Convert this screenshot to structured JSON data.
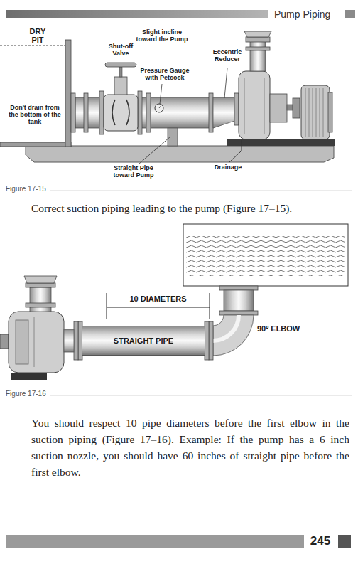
{
  "diagram": {
    "nodes": [
      {
        "text": [
          "STRAIGHT PIPE"
        ]
      },
      {
        "text": [
          "245"
        ]
      }
    ],
    "labels": [
      "Pump Piping",
      "DRY PIT",
      "Slight incline toward the Pump",
      "Shut-off Valve",
      "Eccentric Reducer",
      "Pressure Gauge with Petcock",
      "Don't drain from the bottom of the tank",
      "Straight Pipe toward Pump",
      "Drainage",
      "Figure 17-15",
      "Correct suction piping leading to the pump (Figure 17–15).",
      "10 DIAMETERS",
      "90º ELBOW",
      "Figure 17-16",
      "You should respect 10 pipe diameters before the first elbow in the suction piping (Figure 17–16). Example: If the pump has a 6 inch suction nozzle, you should have 60 inches of straight pipe before the first elbow."
    ]
  }
}
